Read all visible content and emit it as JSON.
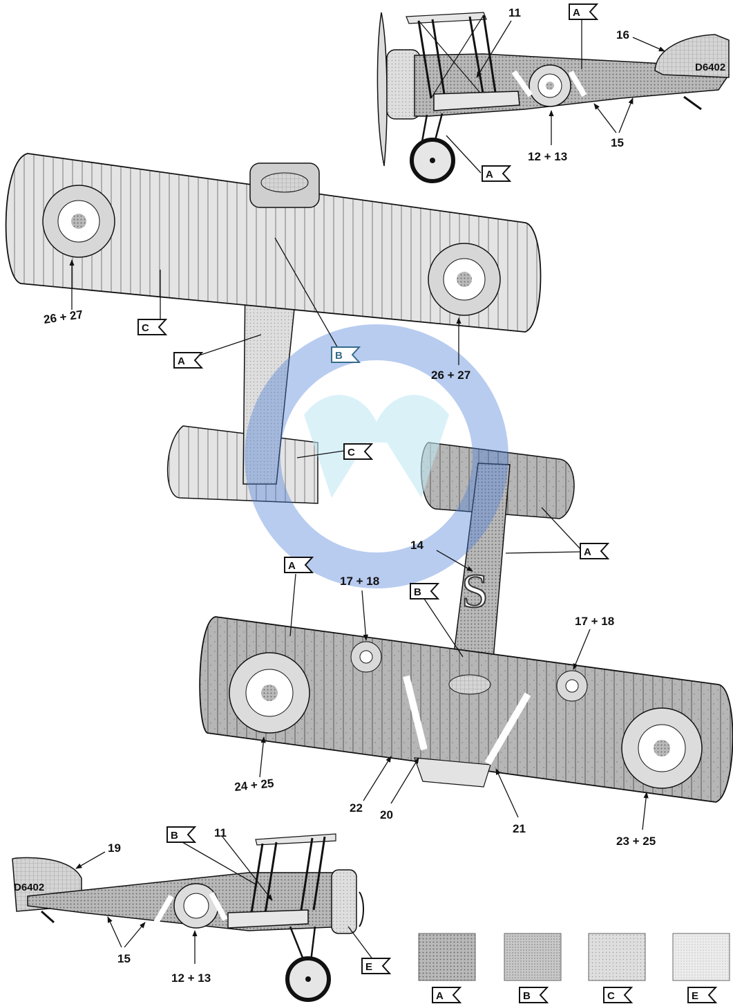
{
  "serial": "D6402",
  "fuselage_letter": "S",
  "callouts": {
    "side_top": [
      {
        "label": "11"
      },
      {
        "label": "16"
      },
      {
        "label": "15"
      },
      {
        "label": "12 + 13"
      }
    ],
    "plan_upper": [
      {
        "label": "26 + 27"
      },
      {
        "label": "26 + 27"
      }
    ],
    "plan_lower": [
      {
        "label": "14"
      },
      {
        "label": "17 + 18"
      },
      {
        "label": "17 + 18"
      },
      {
        "label": "24 + 25"
      },
      {
        "label": "22"
      },
      {
        "label": "20"
      },
      {
        "label": "21"
      },
      {
        "label": "23 + 25"
      }
    ],
    "side_bottom": [
      {
        "label": "19"
      },
      {
        "label": "11"
      },
      {
        "label": "15"
      },
      {
        "label": "12 + 13"
      }
    ]
  },
  "tags": {
    "side_top": [
      "A",
      "A"
    ],
    "plan_upper": [
      "C",
      "A",
      "B",
      "C"
    ],
    "plan_lower": [
      "A",
      "A",
      "B"
    ],
    "side_bottom": [
      "B",
      "E"
    ]
  },
  "legend": [
    {
      "letter": "A",
      "color": "#a7a7a7"
    },
    {
      "letter": "B",
      "color": "#bdbdbd"
    },
    {
      "letter": "C",
      "color": "#d6d6d6"
    },
    {
      "letter": "E",
      "color": "#e6e6e6"
    }
  ],
  "colors": {
    "line": "#1a1a1a",
    "panel_light": "#e2e2e2",
    "panel_mid": "#c9c9c9",
    "panel_dark": "#b3b3b3",
    "watermark_blue": "#4c7ed8",
    "watermark_cyan": "#bfe9f4"
  }
}
